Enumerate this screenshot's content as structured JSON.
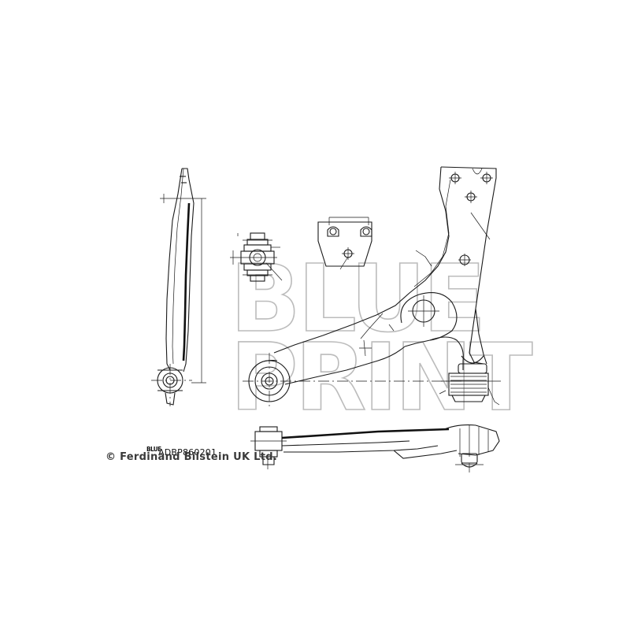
{
  "watermark": {
    "line1": "BLUE",
    "line2": "PRINT"
  },
  "caption": {
    "brand": "BLUE",
    "part_number": "ADBP860201",
    "copyright": "© Ferdinand Bilstein UK Ltd."
  },
  "colors": {
    "line": "#1a1a1a",
    "watermark": "#bcbcbc",
    "background": "#ffffff"
  }
}
